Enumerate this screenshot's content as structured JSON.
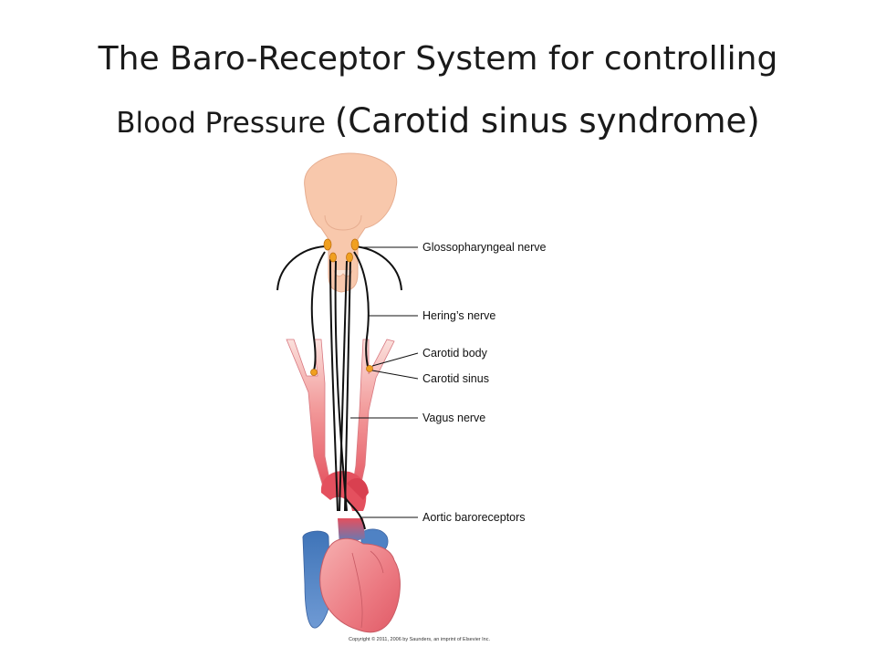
{
  "title": {
    "line1": "The Baro-Receptor System for controlling",
    "line2_part1": "Blood Pressure ",
    "line2_part2": "(Carotid sinus syndrome)"
  },
  "labels": {
    "glossopharyngeal": "Glossopharyngeal nerve",
    "herings": "Hering’s nerve",
    "carotid_body": "Carotid body",
    "carotid_sinus": "Carotid sinus",
    "vagus": "Vagus nerve",
    "aortic": "Aortic baroreceptors"
  },
  "copyright": "Copyright © 2011, 2006 by Saunders, an imprint of Elsevier Inc.",
  "colors": {
    "brain": "#f8c8ac",
    "artery": "#e8707a",
    "vein": "#4f82c4",
    "ganglion": "#f0a020",
    "nerve": "#111111"
  }
}
